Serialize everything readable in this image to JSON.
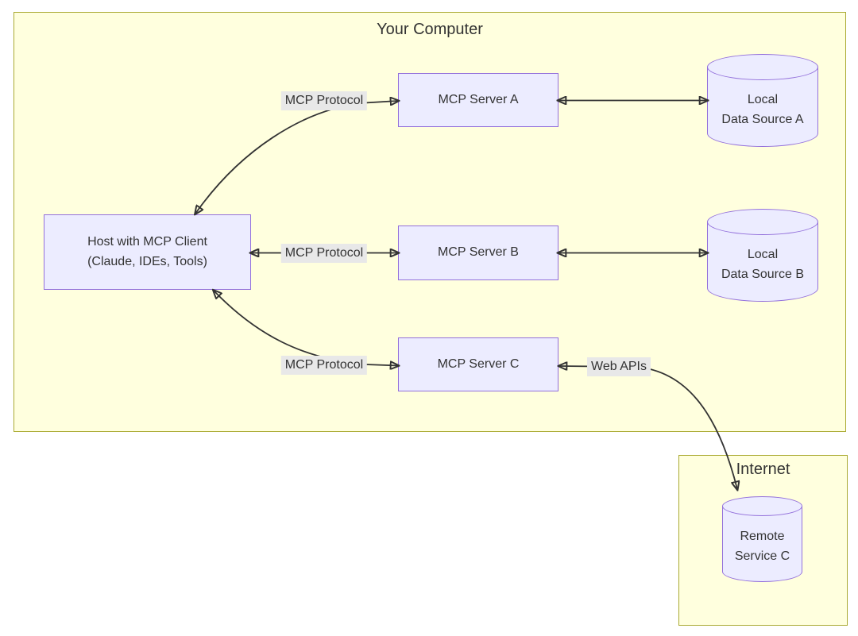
{
  "diagram": {
    "clusters": {
      "your_computer": {
        "title": "Your Computer"
      },
      "internet": {
        "title": "Internet"
      }
    },
    "nodes": {
      "host": {
        "label": "Host with MCP Client\n(Claude, IDEs, Tools)"
      },
      "server_a": {
        "label": "MCP Server A"
      },
      "server_b": {
        "label": "MCP Server B"
      },
      "server_c": {
        "label": "MCP Server C"
      },
      "data_source_a": {
        "label": "Local\nData Source A"
      },
      "data_source_b": {
        "label": "Local\nData Source B"
      },
      "remote_service_c": {
        "label": "Remote\nService C"
      }
    },
    "edge_labels": {
      "protocol_a": "MCP Protocol",
      "protocol_b": "MCP Protocol",
      "protocol_c": "MCP Protocol",
      "web_apis": "Web APIs"
    },
    "colors": {
      "node_fill": "#ECECFF",
      "node_border": "#9370DB",
      "cluster_fill": "#ffffde",
      "cluster_border": "#aaaa33",
      "edge": "#333333",
      "edge_label_bg": "#e8e8e8",
      "text": "#333333"
    }
  }
}
